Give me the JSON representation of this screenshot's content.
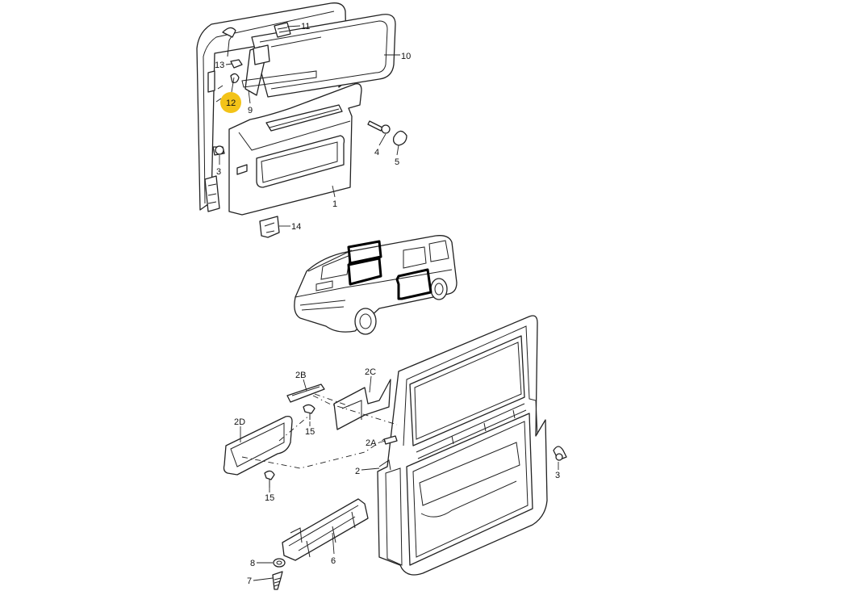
{
  "highlight_color": "#f3c318",
  "labels": {
    "p11": "11",
    "p10": "10",
    "p13": "13",
    "p12": "12",
    "p9": "9",
    "p4": "4",
    "p5": "5",
    "p3_top": "3",
    "p1": "1",
    "p14": "14",
    "p2B": "2B",
    "p2C": "2C",
    "p2D": "2D",
    "p15_a": "15",
    "p2A": "2A",
    "p3_bottom": "3",
    "p2": "2",
    "p15_b": "15",
    "p8": "8",
    "p6": "6",
    "p7": "7"
  },
  "highlighted_part": "12"
}
